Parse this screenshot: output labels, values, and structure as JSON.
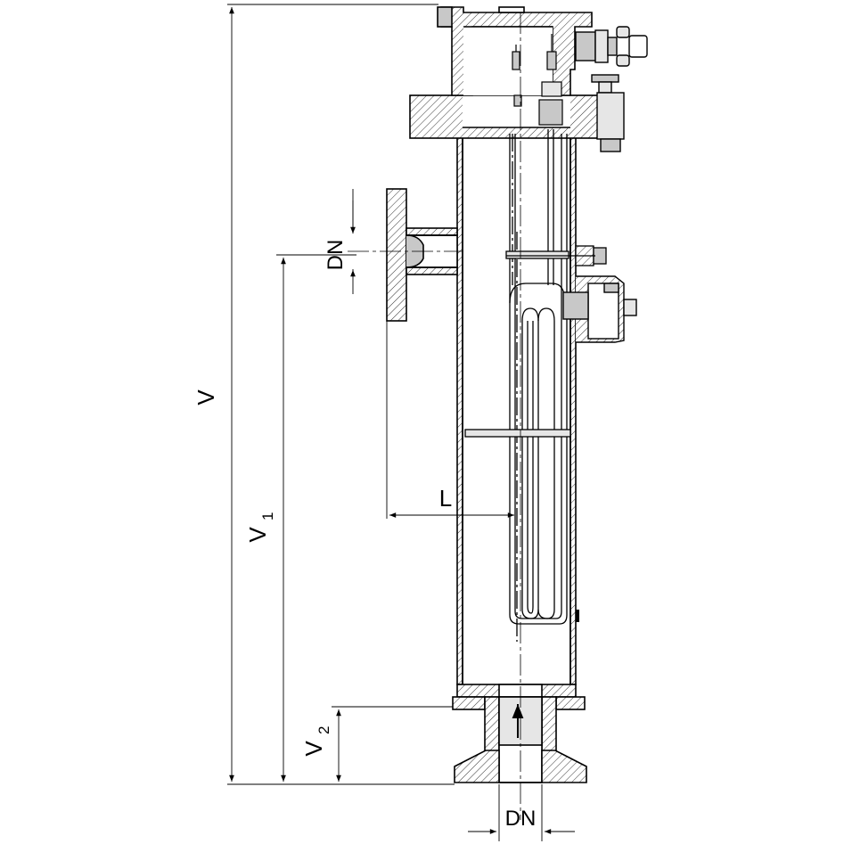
{
  "drawing": {
    "labels": {
      "height_total": "V",
      "height_v1": "V",
      "height_v1_sub": "1",
      "height_v2": "V",
      "height_v2_sub": "2",
      "side_nozzle_dn": "DN",
      "bottom_nozzle_dn": "DN",
      "heater_length": "L"
    },
    "colors": {
      "line": "#000000",
      "fill_gray": "#c8c8c8",
      "fill_light": "#e6e6e6",
      "background": "#ffffff"
    }
  }
}
